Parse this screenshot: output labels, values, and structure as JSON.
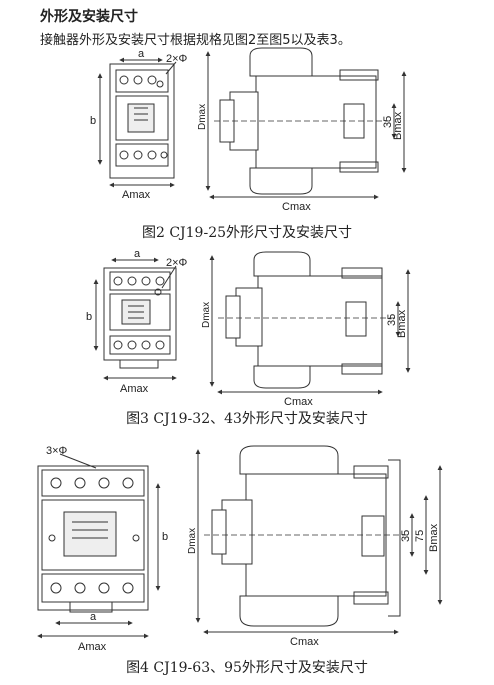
{
  "heading": "外形及安装尺寸",
  "intro": "接触器外形及安装尺寸根据规格见图2至图5以及表3。",
  "figures": [
    {
      "caption": "图2 CJ19-25外形尺寸及安装尺寸",
      "front_labels": {
        "a": "a",
        "holes": "2×Φ",
        "b": "b",
        "amax": "Amax"
      },
      "side_labels": {
        "dmax": "Dmax",
        "cmax": "Cmax",
        "dim": "35",
        "bmax": "Bmax"
      }
    },
    {
      "caption": "图3 CJ19-32、43外形尺寸及安装尺寸",
      "front_labels": {
        "a": "a",
        "holes": "2×Φ",
        "b": "b",
        "amax": "Amax"
      },
      "side_labels": {
        "dmax": "Dmax",
        "cmax": "Cmax",
        "dim": "35",
        "bmax": "Bmax"
      }
    },
    {
      "caption": "图4 CJ19-63、95外形尺寸及安装尺寸",
      "front_labels": {
        "a": "a",
        "holes": "3×Φ",
        "b": "b",
        "amax": "Amax"
      },
      "side_labels": {
        "dmax": "Dmax",
        "cmax": "Cmax",
        "dim": "35",
        "dim2": "75",
        "bmax": "Bmax"
      }
    }
  ]
}
